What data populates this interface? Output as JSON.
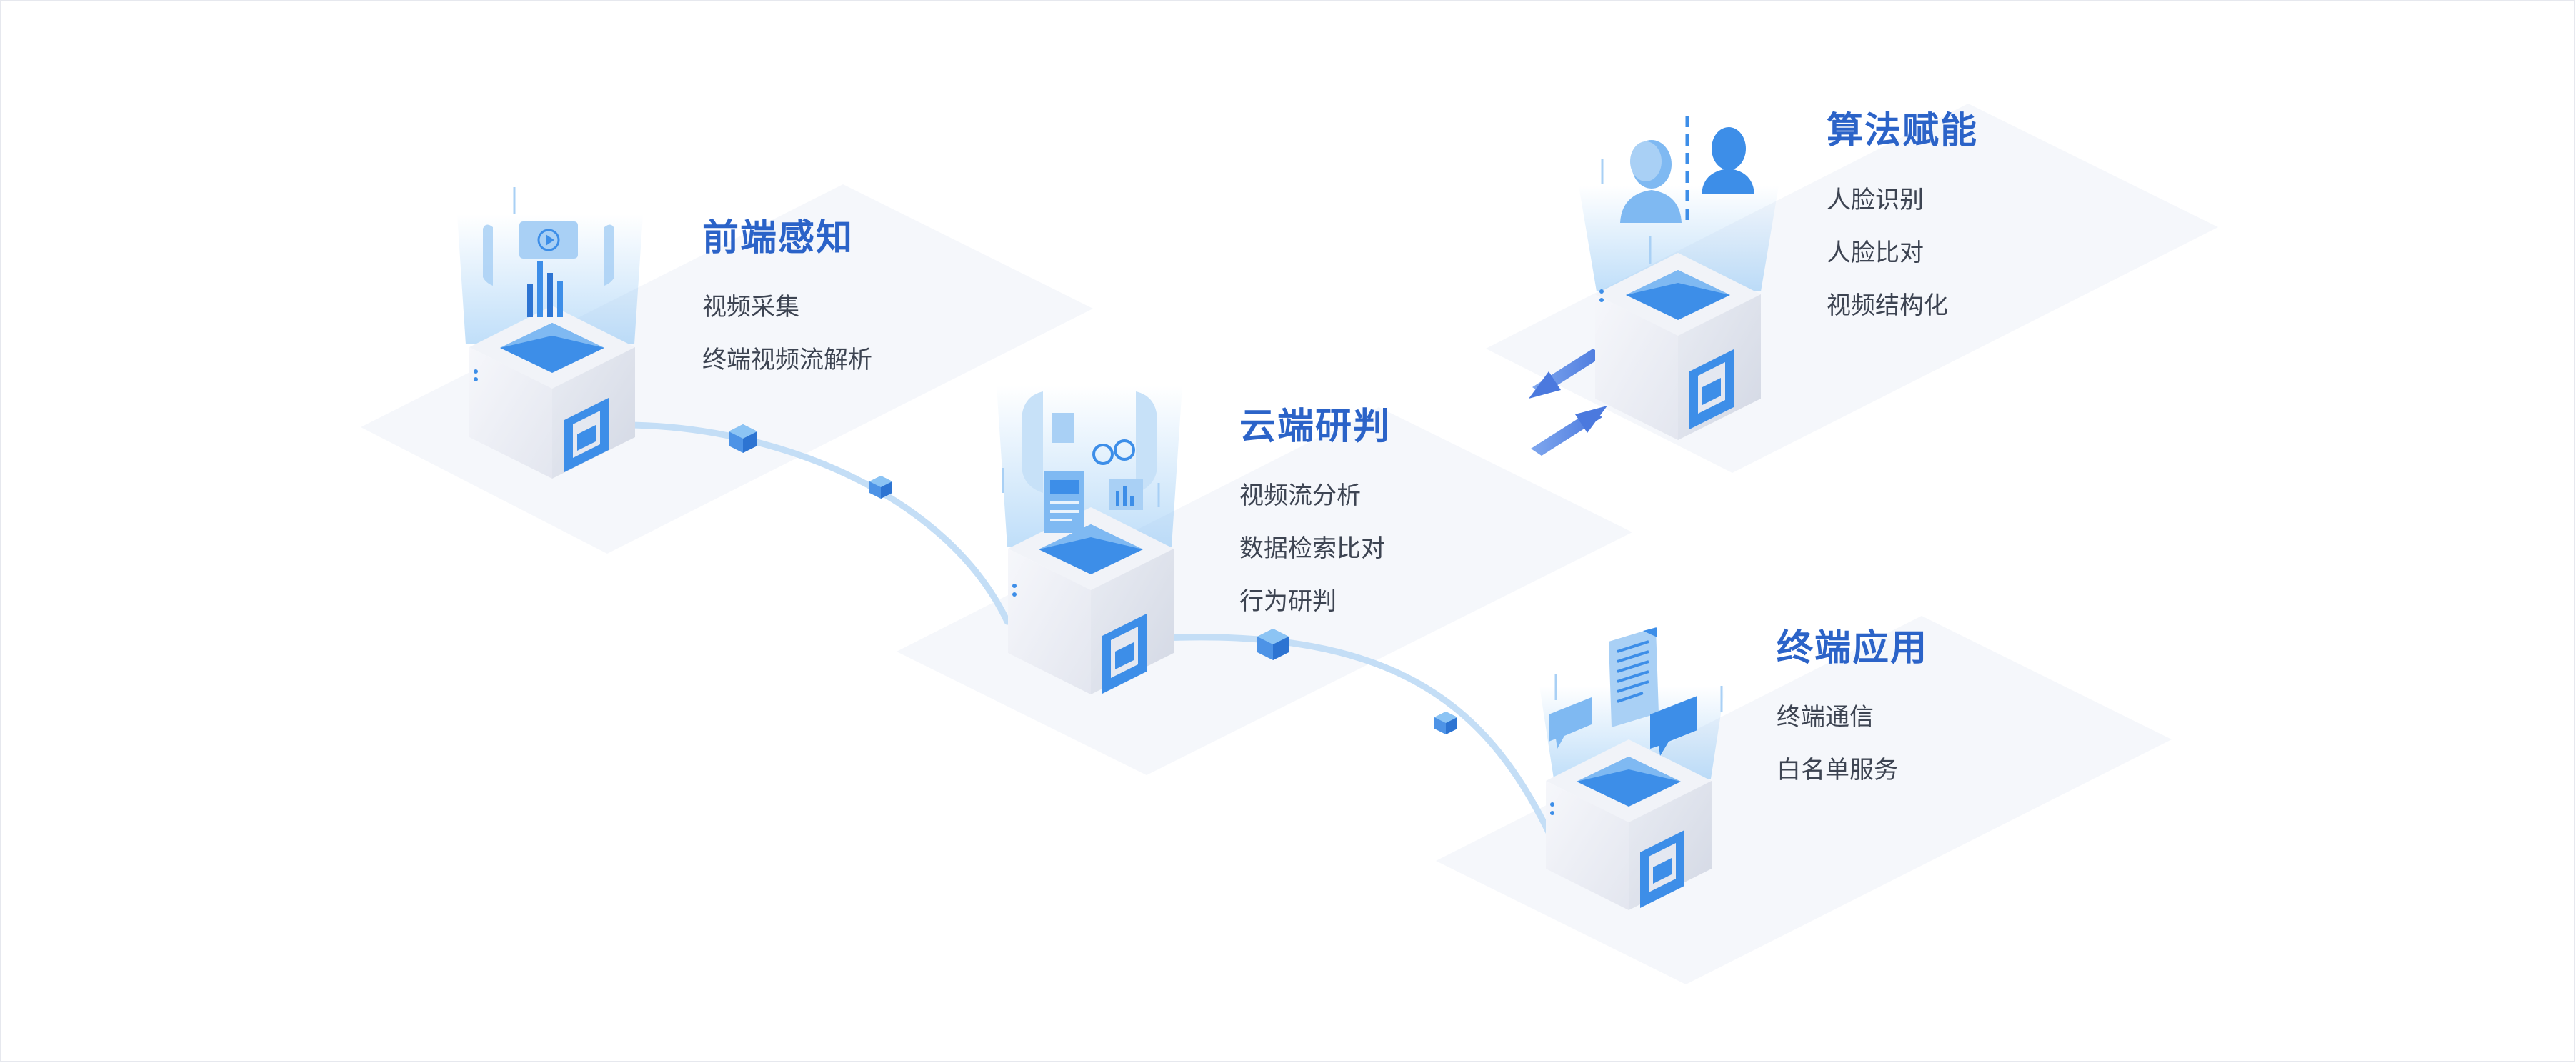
{
  "modules": [
    {
      "title": "前端感知",
      "items": [
        "视频采集",
        "终端视频流解析"
      ]
    },
    {
      "title": "云端研判",
      "items": [
        "视频流分析",
        "数据检索比对",
        "行为研判"
      ]
    },
    {
      "title": "算法赋能",
      "items": [
        "人脸识别",
        "人脸比对",
        "视频结构化"
      ]
    },
    {
      "title": "终端应用",
      "items": [
        "终端通信",
        "白名单服务"
      ]
    }
  ],
  "colors": {
    "title": "#2b63c8",
    "item_text": "#3d4452",
    "accent": "#3d8ee8",
    "light_accent": "#a9d0f5",
    "platform": "#f5f7fb"
  },
  "icons": [
    "monitor-chart-icon",
    "dashboard-icon",
    "face-recognition-icon",
    "chat-document-icon",
    "double-arrow-icon",
    "data-packet-icon"
  ]
}
